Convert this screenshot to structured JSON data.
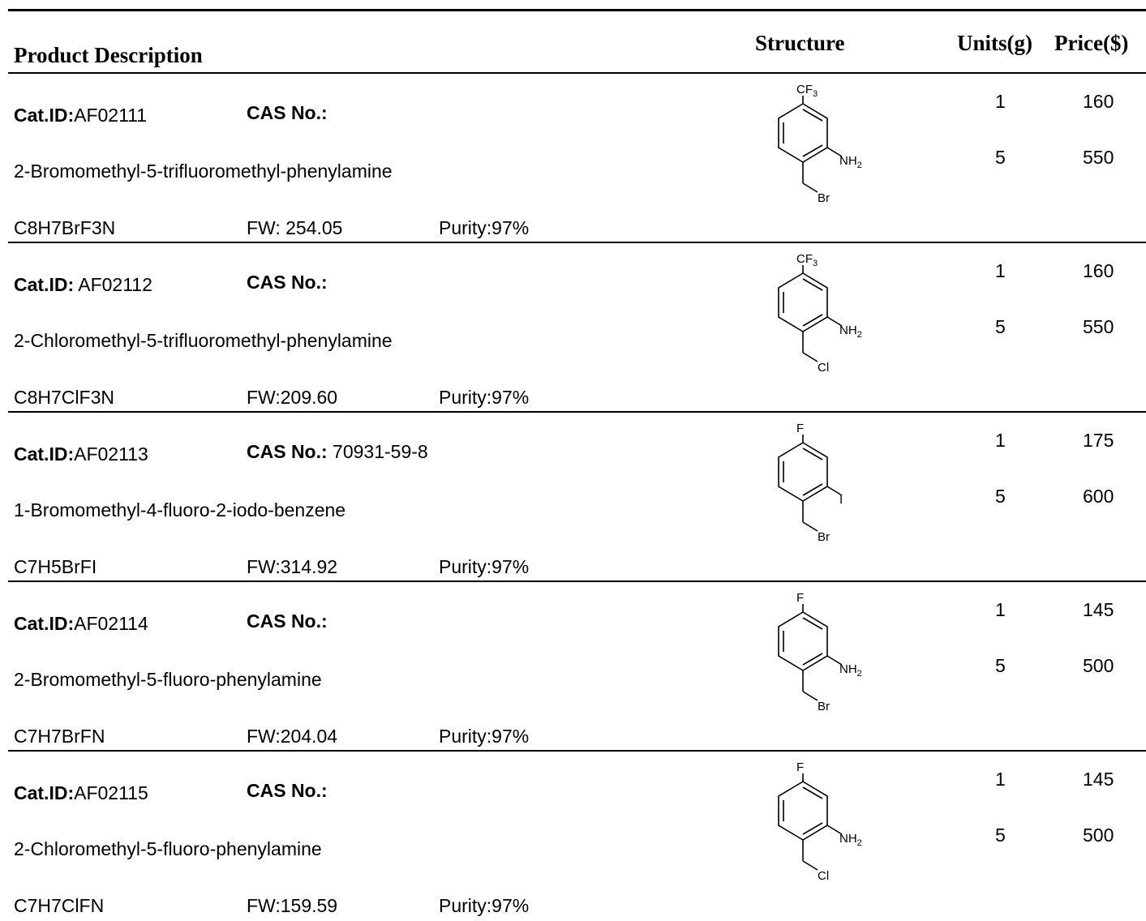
{
  "header": {
    "description": "Product Description",
    "structure": "Structure",
    "units": "Units(g)",
    "price": "Price($)"
  },
  "labels": {
    "cat_id": "Cat.ID:",
    "cas_no": "CAS No.:",
    "fw": "FW:",
    "purity": "Purity:"
  },
  "products": [
    {
      "cat_id": "AF02111",
      "cas": "",
      "name": "2-Bromomethyl-5-trifluoromethyl-phenylamine",
      "formula": "C8H7BrF3N",
      "fw": " 254.05",
      "purity": "97%",
      "units": [
        "1",
        "5"
      ],
      "prices": [
        "160",
        "550"
      ],
      "structure": {
        "top": "CF",
        "top_sub": "3",
        "side": "NH",
        "side_sub": "2",
        "tail": "Br"
      }
    },
    {
      "cat_id": " AF02112",
      "cas": "",
      "name": "2-Chloromethyl-5-trifluoromethyl-phenylamine",
      "formula": "C8H7ClF3N",
      "fw": "209.60",
      "purity": "97%",
      "units": [
        "1",
        "5"
      ],
      "prices": [
        "160",
        "550"
      ],
      "structure": {
        "top": "CF",
        "top_sub": "3",
        "side": "NH",
        "side_sub": "2",
        "tail": "Cl"
      }
    },
    {
      "cat_id": "AF02113",
      "cas": " 70931-59-8",
      "name": "1-Bromomethyl-4-fluoro-2-iodo-benzene",
      "formula": "C7H5BrFI",
      "fw": "314.92",
      "purity": "97%",
      "units": [
        "1",
        "5"
      ],
      "prices": [
        "175",
        "600"
      ],
      "structure": {
        "top": "F",
        "top_sub": "",
        "side": "I",
        "side_sub": "",
        "tail": "Br"
      }
    },
    {
      "cat_id": "AF02114",
      "cas": "",
      "name": "2-Bromomethyl-5-fluoro-phenylamine",
      "formula": "C7H7BrFN",
      "fw": "204.04",
      "purity": "97%",
      "units": [
        "1",
        "5"
      ],
      "prices": [
        "145",
        "500"
      ],
      "structure": {
        "top": "F",
        "top_sub": "",
        "side": "NH",
        "side_sub": "2",
        "tail": "Br"
      }
    },
    {
      "cat_id": "AF02115",
      "cas": "",
      "name": "2-Chloromethyl-5-fluoro-phenylamine",
      "formula": "C7H7ClFN",
      "fw": "159.59",
      "purity": "97%",
      "units": [
        "1",
        "5"
      ],
      "prices": [
        "145",
        "500"
      ],
      "structure": {
        "top": "F",
        "top_sub": "",
        "side": "NH",
        "side_sub": "2",
        "tail": "Cl"
      }
    }
  ]
}
